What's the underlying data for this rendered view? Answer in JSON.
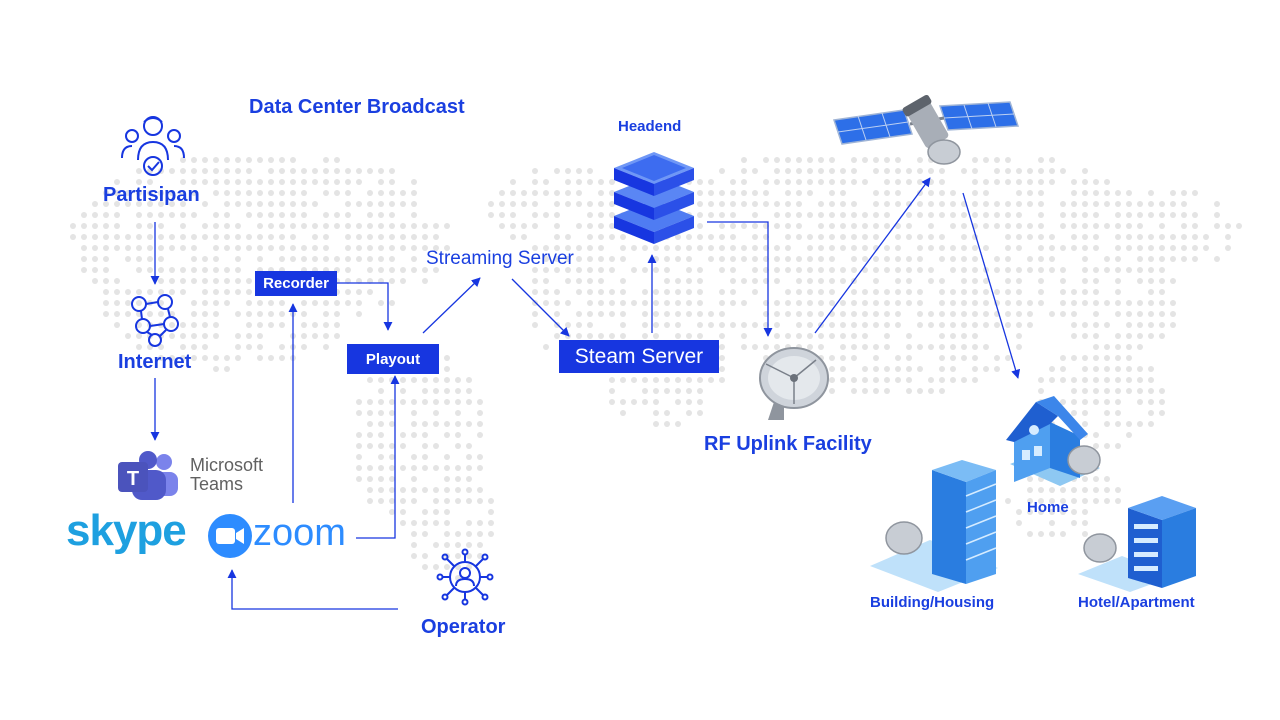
{
  "title": "Data Center Broadcast",
  "nodes": {
    "partisipan": "Partisipan",
    "internet": "Internet",
    "recorder": "Recorder",
    "playout": "Playout",
    "streaming_server": "Streaming Server",
    "steam_server": "Steam Server",
    "headend": "Headend",
    "rf_uplink": "RF Uplink Facility",
    "operator": "Operator",
    "home": "Home",
    "building": "Building/Housing",
    "hotel": "Hotel/Apartment"
  },
  "apps": {
    "teams_line1": "Microsoft",
    "teams_line2": "Teams",
    "skype": "skype",
    "zoom": "zoom"
  },
  "icons": [
    "participants-icon",
    "network-icon",
    "teams-icon",
    "skype-icon",
    "zoom-icon",
    "operator-icon",
    "server-stack-icon",
    "satellite-dish-icon",
    "satellite-icon",
    "house-icon",
    "building-icon",
    "hotel-icon"
  ],
  "colors": {
    "accent": "#1736e0",
    "map_dots": "#e4e4e4",
    "teams": "#5059c9",
    "skype": "#1ea0e0",
    "zoom": "#2d8cff"
  }
}
